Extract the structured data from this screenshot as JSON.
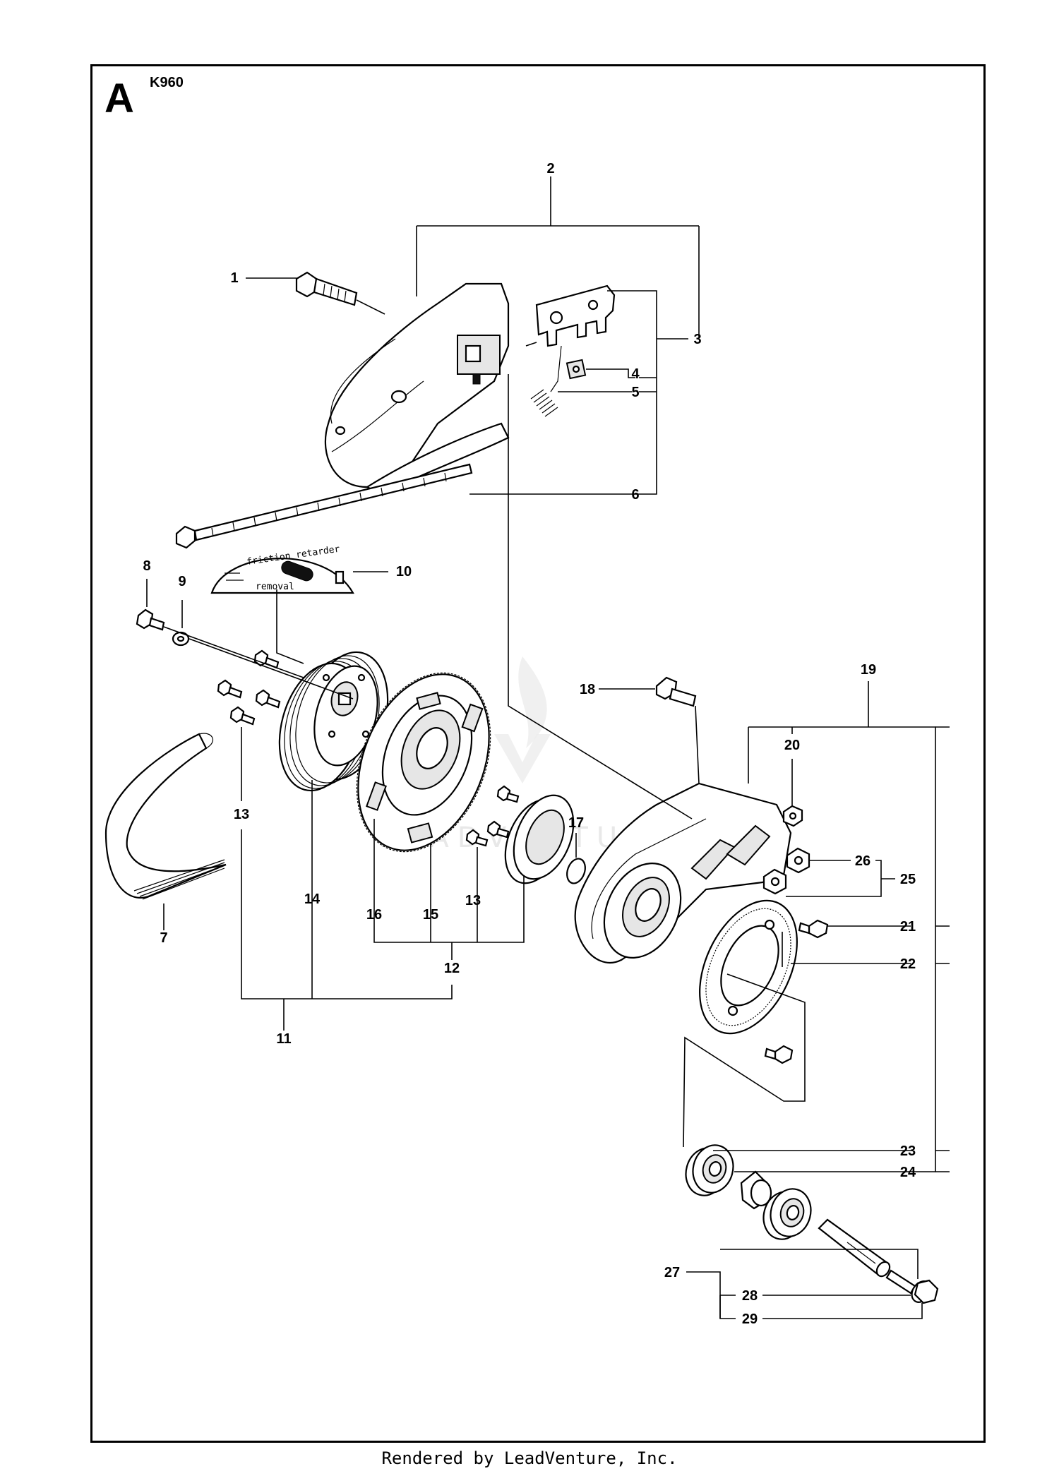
{
  "diagram": {
    "section": "A",
    "model": "K960",
    "decal": {
      "line1": "friction retarder",
      "line2": "removal"
    },
    "watermark": "LEADVENTURE",
    "callouts": [
      {
        "id": "1",
        "label": "1"
      },
      {
        "id": "2",
        "label": "2"
      },
      {
        "id": "3",
        "label": "3"
      },
      {
        "id": "4",
        "label": "4"
      },
      {
        "id": "5",
        "label": "5"
      },
      {
        "id": "6",
        "label": "6"
      },
      {
        "id": "7",
        "label": "7"
      },
      {
        "id": "8",
        "label": "8"
      },
      {
        "id": "9",
        "label": "9"
      },
      {
        "id": "10",
        "label": "10"
      },
      {
        "id": "11",
        "label": "11"
      },
      {
        "id": "12",
        "label": "12"
      },
      {
        "id": "13a",
        "label": "13"
      },
      {
        "id": "13b",
        "label": "13"
      },
      {
        "id": "14",
        "label": "14"
      },
      {
        "id": "15",
        "label": "15"
      },
      {
        "id": "16",
        "label": "16"
      },
      {
        "id": "17",
        "label": "17"
      },
      {
        "id": "18",
        "label": "18"
      },
      {
        "id": "19",
        "label": "19"
      },
      {
        "id": "20",
        "label": "20"
      },
      {
        "id": "21",
        "label": "21"
      },
      {
        "id": "22",
        "label": "22"
      },
      {
        "id": "23",
        "label": "23"
      },
      {
        "id": "24",
        "label": "24"
      },
      {
        "id": "25",
        "label": "25"
      },
      {
        "id": "26",
        "label": "26"
      },
      {
        "id": "27",
        "label": "27"
      },
      {
        "id": "28",
        "label": "28"
      },
      {
        "id": "29",
        "label": "29"
      }
    ]
  },
  "footer": {
    "text": "Rendered by LeadVenture, Inc."
  }
}
